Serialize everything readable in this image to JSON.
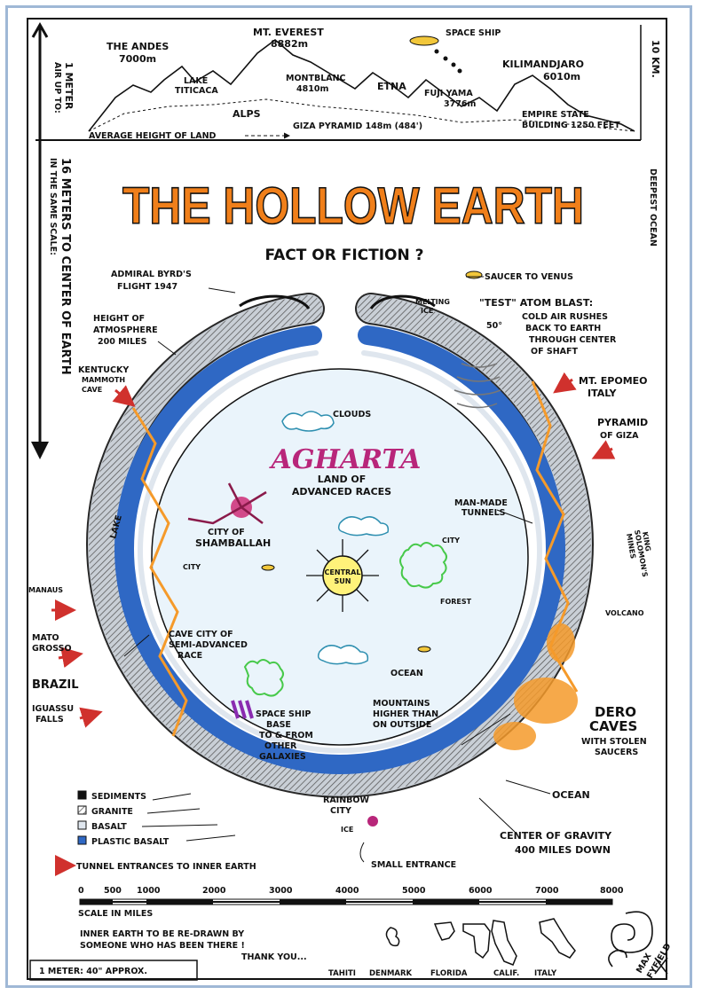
{
  "title": "THE HOLLOW EARTH",
  "subtitle": "FACT OR FICTION ?",
  "header": {
    "air": [
      "AIR UP TO:",
      "1 METER"
    ],
    "scale_note": [
      "IN THE SAME SCALE:",
      "16 METERS TO CENTER OF EARTH"
    ],
    "ten_km": "10 KM.",
    "deepest_ocean": "DEEPEST OCEAN",
    "andes": [
      "THE ANDES",
      "7000m"
    ],
    "everest": [
      "MT. EVEREST",
      "8882m"
    ],
    "titicaca": [
      "LAKE",
      "TITICACA"
    ],
    "montblanc": [
      "MONTBLANC",
      "4810m"
    ],
    "etna": "ETNA",
    "fujiyama": [
      "FUJI YAMA",
      "3776m"
    ],
    "kilimandjaro": [
      "KILIMANDJARO",
      "6010m"
    ],
    "alps": "ALPS",
    "empire": [
      "EMPIRE STATE",
      "BUILDING 1250 FEET"
    ],
    "giza": "GIZA PYRAMID 148m (484')",
    "avg_land": "AVERAGE HEIGHT OF LAND",
    "spaceship": "SPACE SHIP"
  },
  "labels": {
    "byrd": [
      "ADMIRAL BYRD'S",
      "FLIGHT 1947"
    ],
    "venus": "SAUCER TO VENUS",
    "melting_ice": [
      "MELTING",
      "ICE"
    ],
    "atom_blast": [
      "\"TEST\" ATOM BLAST:",
      "COLD AIR RUSHES",
      "BACK TO EARTH",
      "THROUGH CENTER",
      "OF SHAFT"
    ],
    "degree": "50°",
    "atmosphere": [
      "HEIGHT OF",
      "ATMOSPHERE",
      "200 MILES"
    ],
    "kentucky": [
      "KENTUCKY",
      "MAMMOTH",
      "CAVE"
    ],
    "epomeo": [
      "MT. EPOMEO",
      "ITALY"
    ],
    "pyramid_giza": [
      "PYRAMID",
      "OF GIZA"
    ],
    "king_solomon": [
      "KING",
      "SOLOMON'S",
      "MINES"
    ],
    "clouds": "CLOUDS",
    "agharta": "AGHARTA",
    "land_of": [
      "LAND OF",
      "ADVANCED RACES"
    ],
    "shamballah": [
      "CITY OF",
      "SHAMBALLAH"
    ],
    "man_made": [
      "MAN-MADE",
      "TUNNELS"
    ],
    "city": "CITY",
    "city2": "CITY",
    "lake": "LAKE",
    "central_sun": [
      "CENTRAL",
      "SUN"
    ],
    "forest": "FOREST",
    "volcano": "VOLCANO",
    "manaus": "MANAUS",
    "mato_grosso": [
      "MATO",
      "GROSSO"
    ],
    "brazil": "BRAZIL",
    "iguassu": [
      "IGUASSU",
      "FALLS"
    ],
    "cave_city": [
      "CAVE CITY OF",
      "SEMI-ADVANCED",
      "RACE"
    ],
    "ocean_inner": "OCEAN",
    "mountains": [
      "MOUNTAINS",
      "HIGHER THAN",
      "ON OUTSIDE"
    ],
    "spaceship_base": [
      "SPACE SHIP",
      "BASE",
      "TO & FROM",
      "OTHER",
      "GALAXIES"
    ],
    "dero": [
      "DERO",
      "CAVES"
    ],
    "stolen": [
      "WITH STOLEN",
      "SAUCERS"
    ],
    "ocean_outer": "OCEAN",
    "rainbow_city": [
      "RAINBOW",
      "CITY"
    ],
    "ice": "ICE",
    "gravity": [
      "CENTER OF GRAVITY",
      "400 MILES DOWN"
    ],
    "small_entrance": "SMALL ENTRANCE"
  },
  "legend": [
    {
      "label": "SEDIMENTS",
      "color": "#111111"
    },
    {
      "label": "GRANITE",
      "color": "#9a9a9a"
    },
    {
      "label": "BASALT",
      "color": "#dfe6ee"
    },
    {
      "label": "PLASTIC BASALT",
      "color": "#2f68c4"
    }
  ],
  "tunnel_note": "TUNNEL ENTRANCES TO INNER EARTH",
  "scale": {
    "ticks": [
      "0",
      "500",
      "1000",
      "2000",
      "3000",
      "4000",
      "5000",
      "6000",
      "7000",
      "8000"
    ],
    "label": "SCALE IN MILES"
  },
  "footer": {
    "note": [
      "INNER EARTH TO BE RE-DRAWN BY",
      "SOMEONE WHO HAS BEEN THERE !",
      "THANK YOU..."
    ],
    "meter": "1 METER: 40\" APPROX.",
    "places": [
      "TAHITI",
      "DENMARK",
      "FLORIDA",
      "CALIF.",
      "ITALY"
    ],
    "signature": [
      "MAX",
      "FYFIELD"
    ]
  },
  "colors": {
    "title": "#f07f1a",
    "plastic_basalt": "#2f68c4",
    "inner_sky": "#eaf4fb",
    "orange_rock": "#f59a2a",
    "arrow_red": "#d0312d",
    "agharta": "#b8267a",
    "spaceship_base": "#8a2bb0"
  }
}
